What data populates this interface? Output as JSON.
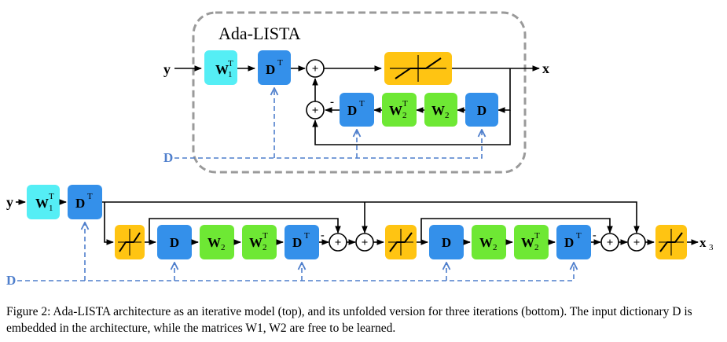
{
  "top": {
    "title": "Ada-LISTA",
    "input": "y",
    "output": "x",
    "dict": "D",
    "blocks": {
      "w1t": {
        "base": "W",
        "sub": "1",
        "sup": "T"
      },
      "dt": {
        "base": "D",
        "sup": "T"
      },
      "w2t": {
        "base": "W",
        "sub": "2",
        "sup": "T"
      },
      "w2": {
        "base": "W",
        "sub": "2"
      },
      "d": {
        "base": "D"
      }
    },
    "sum_symbol": "+",
    "minus_symbol": "-"
  },
  "bottom": {
    "input": "y",
    "output": {
      "base": "x",
      "sub": "3"
    },
    "dict": "D",
    "blocks": {
      "w1t": {
        "base": "W",
        "sub": "1",
        "sup": "T"
      },
      "dt": {
        "base": "D",
        "sup": "T"
      },
      "d": {
        "base": "D"
      },
      "w2": {
        "base": "W",
        "sub": "2"
      },
      "w2t": {
        "base": "W",
        "sub": "2",
        "sup": "T"
      }
    },
    "sum_symbol": "+",
    "minus_symbol": "-"
  },
  "caption": "Figure 2: Ada-LISTA architecture as an iterative model (top), and its unfolded version for three iterations (bottom). The input dictionary D is embedded in the architecture, while the matrices W1, W2 are free to be learned.",
  "colors": {
    "w1": "#55eef5",
    "dict_block": "#3490ea",
    "w2": "#6ee834",
    "threshold": "#ffc412",
    "dashed_link": "#4f7fcc",
    "frame": "#9a9a9a"
  }
}
